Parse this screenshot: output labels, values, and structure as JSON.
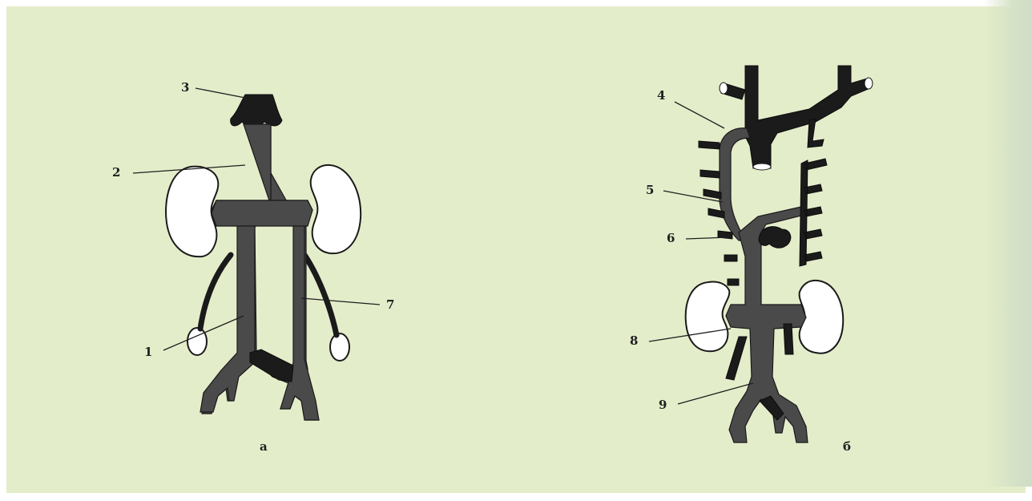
{
  "figure": {
    "panel_a": {
      "caption": "а",
      "labels": [
        "1",
        "2",
        "3",
        "7"
      ]
    },
    "panel_b": {
      "caption": "б",
      "labels": [
        "4",
        "5",
        "6",
        "8",
        "9"
      ]
    }
  },
  "colors": {
    "background": "#e4edca",
    "vessel": "#4a4a4a",
    "vessel_dark": "#1b1b1b",
    "organ_fill": "#ffffff"
  }
}
